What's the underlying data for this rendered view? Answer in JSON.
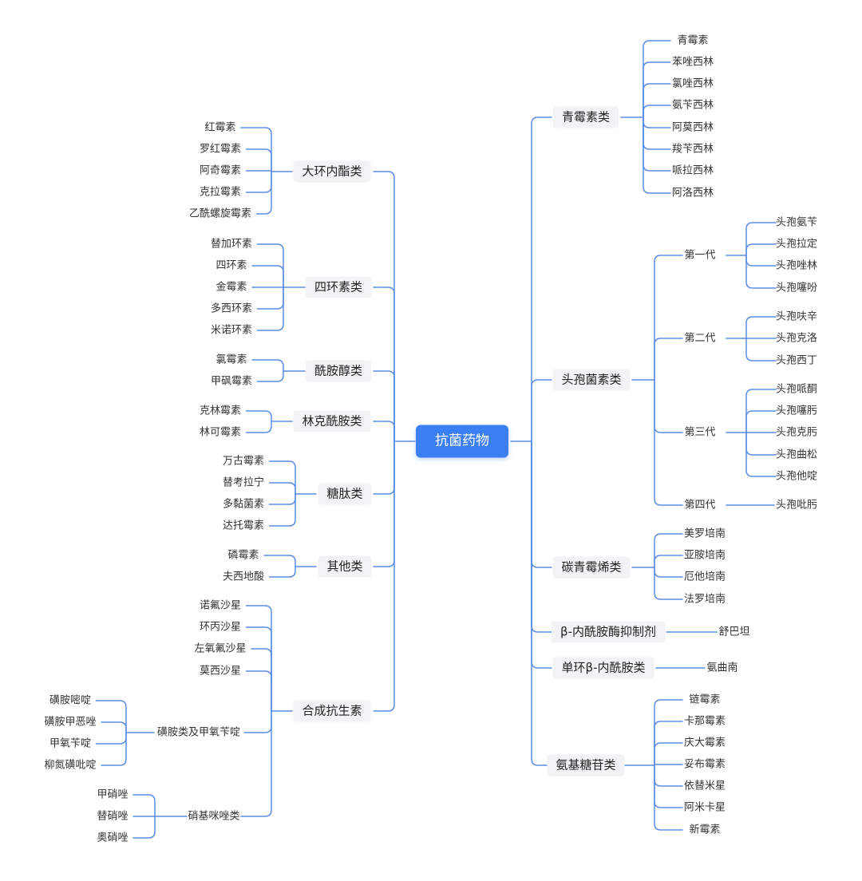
{
  "colors": {
    "line": "#5b8de6",
    "root_bg": "#3b7ff2",
    "category_bg": "#f2f3f5"
  },
  "root": "抗菌药物",
  "left": [
    {
      "label": "大环内酯类",
      "items": [
        "红霉素",
        "罗红霉素",
        "阿奇霉素",
        "克拉霉素",
        "乙酰螺旋霉素"
      ]
    },
    {
      "label": "四环素类",
      "items": [
        "替加环素",
        "四环素",
        "金霉素",
        "多西环素",
        "米诺环素"
      ]
    },
    {
      "label": "酰胺醇类",
      "items": [
        "氯霉素",
        "甲砜霉素"
      ]
    },
    {
      "label": "林克酰胺类",
      "items": [
        "克林霉素",
        "林可霉素"
      ]
    },
    {
      "label": "糖肽类",
      "items": [
        "万古霉素",
        "替考拉宁",
        "多黏菌素",
        "达托霉素"
      ]
    },
    {
      "label": "其他类",
      "items": [
        "磷霉素",
        "夫西地酸"
      ]
    },
    {
      "label": "合成抗生素",
      "items": [
        "诺氟沙星",
        "环丙沙星",
        "左氧氟沙星",
        "莫西沙星"
      ],
      "subgroups": [
        {
          "label": "磺胺类及甲氧苄啶",
          "items": [
            "磺胺嘧啶",
            "磺胺甲恶唑",
            "甲氧苄啶",
            "柳氮磺吡啶"
          ]
        },
        {
          "label": "硝基咪唑类",
          "items": [
            "甲硝唑",
            "替硝唑",
            "奥硝唑"
          ]
        }
      ]
    }
  ],
  "right": [
    {
      "label": "青霉素类",
      "items": [
        "青霉素",
        "苯唑西林",
        "氯唑西林",
        "氨苄西林",
        "阿莫西林",
        "羧苄西林",
        "哌拉西林",
        "阿洛西林"
      ]
    },
    {
      "label": "头孢菌素类",
      "generations": [
        {
          "label": "第一代",
          "items": [
            "头孢氨苄",
            "头孢拉定",
            "头孢唑林",
            "头孢噻吩"
          ]
        },
        {
          "label": "第二代",
          "items": [
            "头孢呋辛",
            "头孢克洛",
            "头孢西丁"
          ]
        },
        {
          "label": "第三代",
          "items": [
            "头孢哌酮",
            "头孢噻肟",
            "头孢克肟",
            "头孢曲松",
            "头孢他啶"
          ]
        },
        {
          "label": "第四代",
          "items": [
            "头孢吡肟"
          ]
        }
      ]
    },
    {
      "label": "碳青霉烯类",
      "items": [
        "美罗培南",
        "亚胺培南",
        "厄他培南",
        "法罗培南"
      ]
    },
    {
      "label": "β-内酰胺酶抑制剂",
      "items": [
        "舒巴坦"
      ]
    },
    {
      "label": "单环β-内酰胺类",
      "items": [
        "氨曲南"
      ]
    },
    {
      "label": "氨基糖苷类",
      "items": [
        "链霉素",
        "卡那霉素",
        "庆大霉素",
        "妥布霉素",
        "依替米星",
        "阿米卡星",
        "新霉素"
      ]
    }
  ]
}
